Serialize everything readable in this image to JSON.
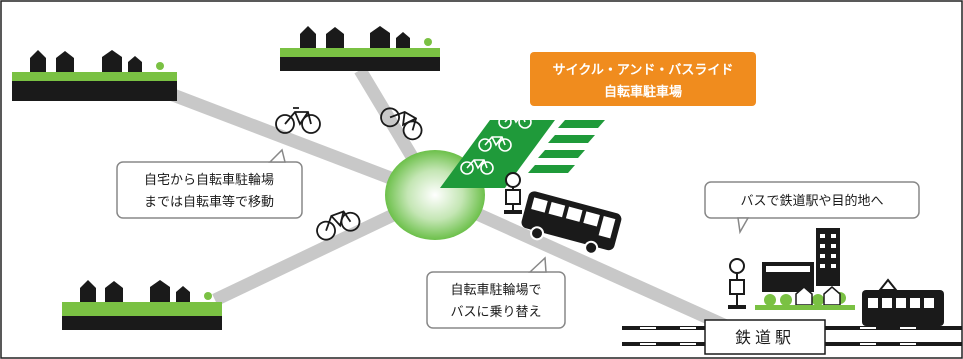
{
  "title_box": {
    "line1": "サイクル・アンド・バスライド",
    "line2": "自転車駐車場",
    "color": "#f08c1e"
  },
  "callouts": {
    "home_to_parking": {
      "line1": "自宅から自転車駐輪場",
      "line2": "までは自転車等で移動"
    },
    "transfer": {
      "line1": "自転車駐輪場で",
      "line2": "バスに乗り替え"
    },
    "bus_to_destination": {
      "line1": "バスで鉄道駅や目的地へ"
    }
  },
  "station": {
    "label": "鉄道駅"
  },
  "colors": {
    "road": "#c8c8c8",
    "grass": "#7ac143",
    "parking_green": "#1f9a3a",
    "hub_green": "#6cc04a",
    "dark": "#1a1a1a"
  },
  "icons": [
    "bicycle-icon",
    "bus-icon",
    "bus-stop-icon",
    "house-icon",
    "train-icon",
    "building-icon",
    "tree-icon"
  ]
}
